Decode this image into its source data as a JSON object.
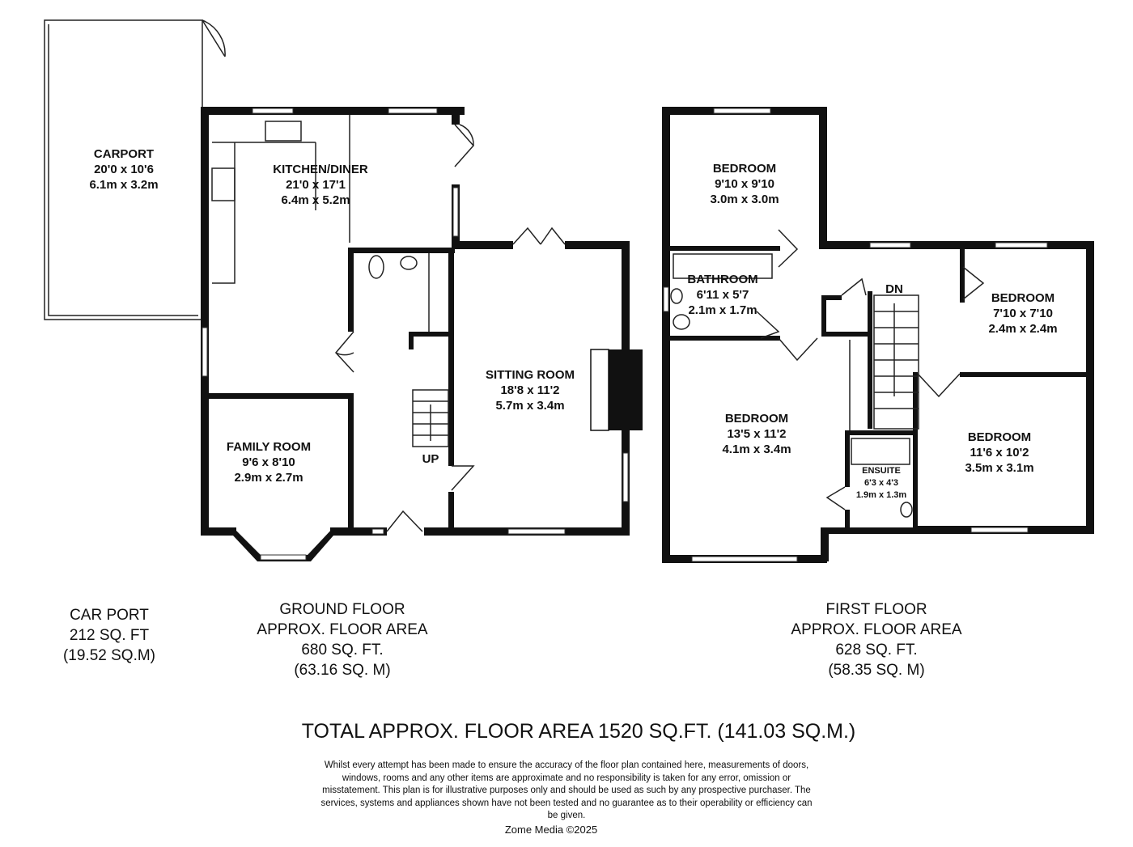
{
  "ground_floor": {
    "rooms": [
      {
        "name": "CARPORT",
        "imperial": "20'0 x 10'6",
        "metric": "6.1m x 3.2m"
      },
      {
        "name": "KITCHEN/DINER",
        "imperial": "21'0 x 17'1",
        "metric": "6.4m x 5.2m"
      },
      {
        "name": "SITTING ROOM",
        "imperial": "18'8 x 11'2",
        "metric": "5.7m x 3.4m"
      },
      {
        "name": "FAMILY ROOM",
        "imperial": "9'6 x 8'10",
        "metric": "2.9m x 2.7m"
      }
    ],
    "stair_label": "UP",
    "area": {
      "line1": "GROUND FLOOR",
      "line2": "APPROX. FLOOR AREA",
      "line3": "680 SQ. FT.",
      "line4": "(63.16 SQ. M)"
    }
  },
  "first_floor": {
    "rooms": [
      {
        "name": "BEDROOM",
        "imperial": "9'10 x 9'10",
        "metric": "3.0m x 3.0m"
      },
      {
        "name": "BATHROOM",
        "imperial": "6'11 x 5'7",
        "metric": "2.1m x 1.7m"
      },
      {
        "name": "BEDROOM",
        "imperial": "7'10 x 7'10",
        "metric": "2.4m x 2.4m"
      },
      {
        "name": "BEDROOM",
        "imperial": "13'5 x 11'2",
        "metric": "4.1m x 3.4m"
      },
      {
        "name": "ENSUITE",
        "imperial": "6'3 x 4'3",
        "metric": "1.9m x 1.3m"
      },
      {
        "name": "BEDROOM",
        "imperial": "11'6 x 10'2",
        "metric": "3.5m x 3.1m"
      }
    ],
    "stair_label": "DN",
    "area": {
      "line1": "FIRST FLOOR",
      "line2": "APPROX. FLOOR AREA",
      "line3": "628 SQ. FT.",
      "line4": "(58.35 SQ. M)"
    }
  },
  "carport_area": {
    "line1": "CAR PORT",
    "line2": "212 SQ. FT",
    "line3": "(19.52 SQ.M)"
  },
  "total": "TOTAL APPROX. FLOOR AREA 1520 SQ.FT. (141.03 SQ.M.)",
  "disclaimer": "Whilst every attempt has been made to ensure the accuracy of the floor plan contained here, measurements of doors, windows, rooms and any other items are approximate and no responsibility is taken for any error, omission or misstatement. This plan is for illustrative purposes only and should be used as such by any prospective purchaser. The services, systems and appliances shown have not been tested and no guarantee as to their operability or efficiency can be given.",
  "credit": "Zome Media ©2025"
}
